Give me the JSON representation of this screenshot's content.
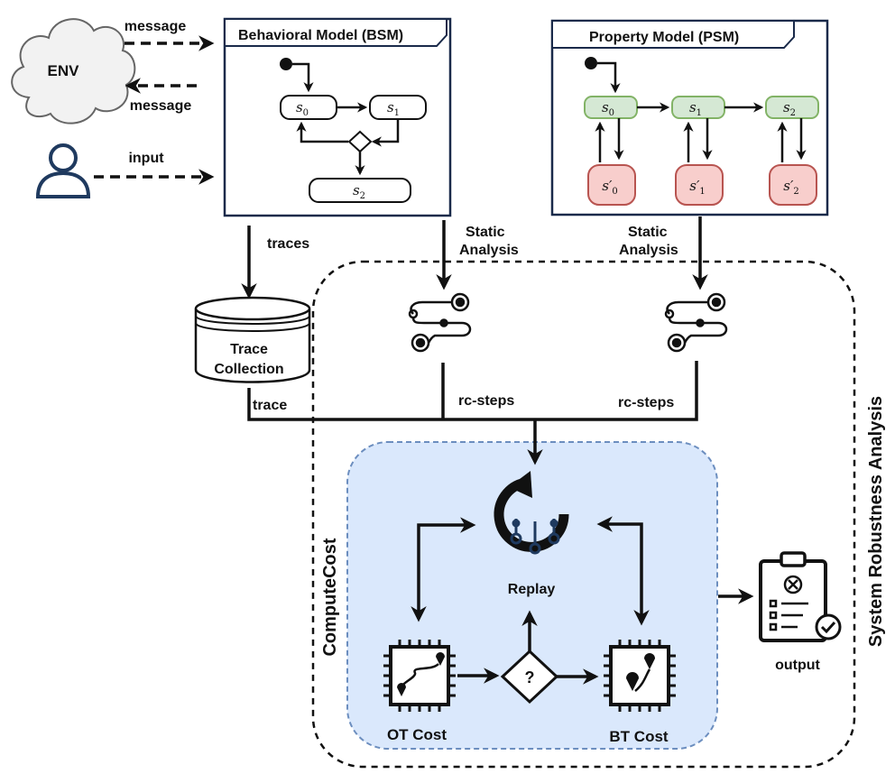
{
  "env": {
    "label": "ENV",
    "message_out": "message",
    "message_in": "message"
  },
  "user": {
    "input_label": "input"
  },
  "bsm": {
    "title": "Behavioral Model (BSM)",
    "states": [
      "s",
      "s",
      "s"
    ],
    "subscripts": [
      "0",
      "1",
      "2"
    ]
  },
  "psm": {
    "title": "Property Model (PSM)",
    "states": [
      "s",
      "s",
      "s"
    ],
    "subscripts": [
      "0",
      "1",
      "2"
    ],
    "prime_states": [
      "s′",
      "s′",
      "s′"
    ],
    "prime_subscripts": [
      "0",
      "1",
      "2"
    ]
  },
  "labels": {
    "traces": "traces",
    "static_analysis_1_line1": "Static",
    "static_analysis_1_line2": "Analysis",
    "static_analysis_2_line1": "Static",
    "static_analysis_2_line2": "Analysis",
    "trace_collection_line1": "Trace",
    "trace_collection_line2": "Collection",
    "trace": "trace",
    "rc_steps_1": "rc-steps",
    "rc_steps_2": "rc-steps",
    "replay": "Replay",
    "decision": "?",
    "ot_cost": "OT Cost",
    "bt_cost": "BT Cost",
    "compute_cost": "ComputeCost",
    "output": "output",
    "system_robustness": "System Robustness Analysis"
  },
  "colors": {
    "green_fill": "#d5e8d4",
    "green_stroke": "#82b366",
    "red_fill": "#f8cecc",
    "red_stroke": "#b85450",
    "blue_fill": "#dae8fc",
    "blue_stroke": "#6c8ebf"
  }
}
